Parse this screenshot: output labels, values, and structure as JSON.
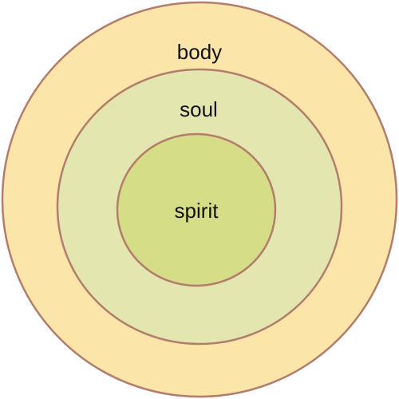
{
  "diagram": {
    "rings": [
      {
        "label": "body",
        "fill": "#FCE5A8",
        "stroke": "#B27D6C"
      },
      {
        "label": "soul",
        "fill": "#E4E6B0",
        "stroke": "#B27D6C"
      },
      {
        "label": "spirit",
        "fill": "#D6DD87",
        "stroke": "#B27D6C"
      }
    ]
  }
}
